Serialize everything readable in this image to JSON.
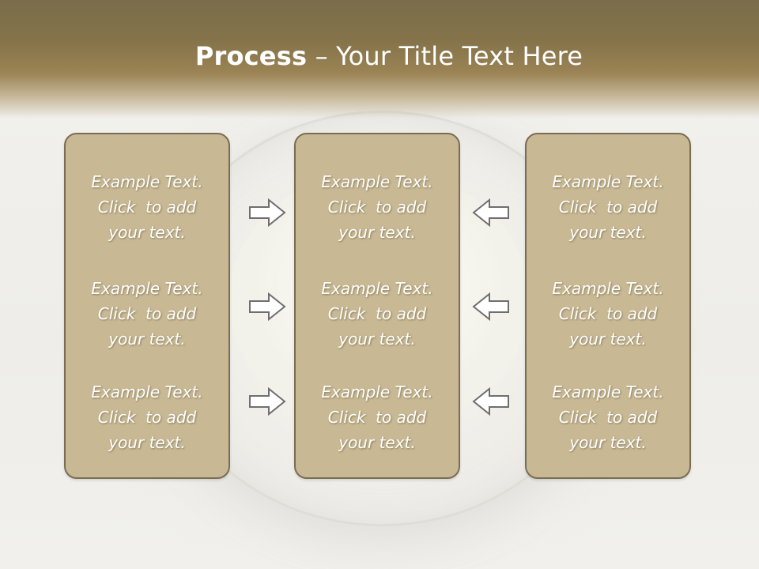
{
  "slide": {
    "title_bold": "Process",
    "title_rest": " – Your Title Text Here",
    "panels": [
      {
        "texts": [
          {
            "l1": "Example Text.",
            "l2": "Click  to add",
            "l3": "your text."
          },
          {
            "l1": "Example Text.",
            "l2": "Click  to add",
            "l3": "your text."
          },
          {
            "l1": "Example Text.",
            "l2": "Click  to add",
            "l3": "your text."
          }
        ]
      },
      {
        "texts": [
          {
            "l1": "Example Text.",
            "l2": "Click  to add",
            "l3": "your text."
          },
          {
            "l1": "Example Text.",
            "l2": "Click  to add",
            "l3": "your text."
          },
          {
            "l1": "Example Text.",
            "l2": "Click  to add",
            "l3": "your text."
          }
        ]
      },
      {
        "texts": [
          {
            "l1": "Example Text.",
            "l2": "Click  to add",
            "l3": "your text."
          },
          {
            "l1": "Example Text.",
            "l2": "Click  to add",
            "l3": "your text."
          },
          {
            "l1": "Example Text.",
            "l2": "Click  to add",
            "l3": "your text."
          }
        ]
      }
    ],
    "arrows": {
      "left_column": "right-arrow-icon",
      "right_column": "left-arrow-icon"
    }
  },
  "colors": {
    "header_band": "#85734a",
    "panel_fill": "#c8b994",
    "panel_border": "#7a6d53",
    "arrow_stroke": "#6f6f6f",
    "text": "#ffffff"
  }
}
